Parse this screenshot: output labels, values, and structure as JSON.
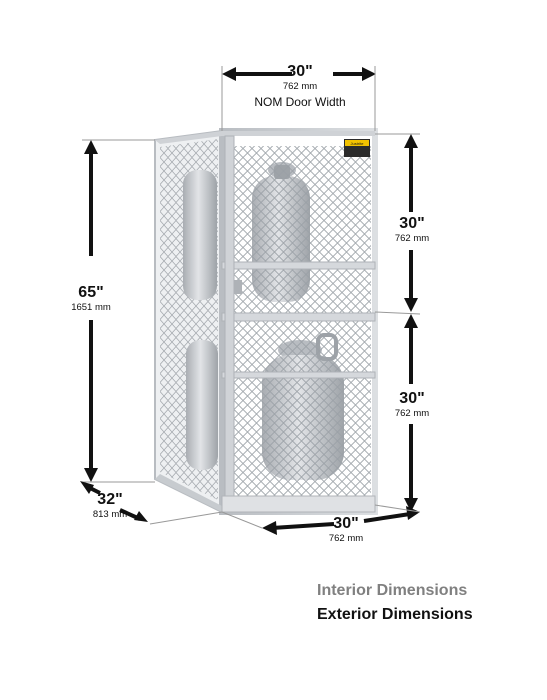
{
  "dimensions": {
    "door_width": {
      "value": "30\"",
      "metric": "762 mm",
      "note": "NOM Door Width"
    },
    "upper_height": {
      "value": "30\"",
      "metric": "762 mm"
    },
    "lower_height": {
      "value": "30\"",
      "metric": "762 mm"
    },
    "total_height": {
      "value": "65\"",
      "metric": "1651 mm"
    },
    "depth": {
      "value": "32\"",
      "metric": "813 mm"
    },
    "width": {
      "value": "30\"",
      "metric": "762 mm"
    }
  },
  "label_plate": {
    "text": "Justrite"
  },
  "legend": {
    "interior": "Interior Dimensions",
    "exterior": "Exterior Dimensions"
  },
  "colors": {
    "frame": "#c9ccd0",
    "mesh": "#9aa0a6",
    "cylinder": "#c3c6ca",
    "arrow": "#111111",
    "interior_text": "#808080",
    "exterior_text": "#111111"
  }
}
